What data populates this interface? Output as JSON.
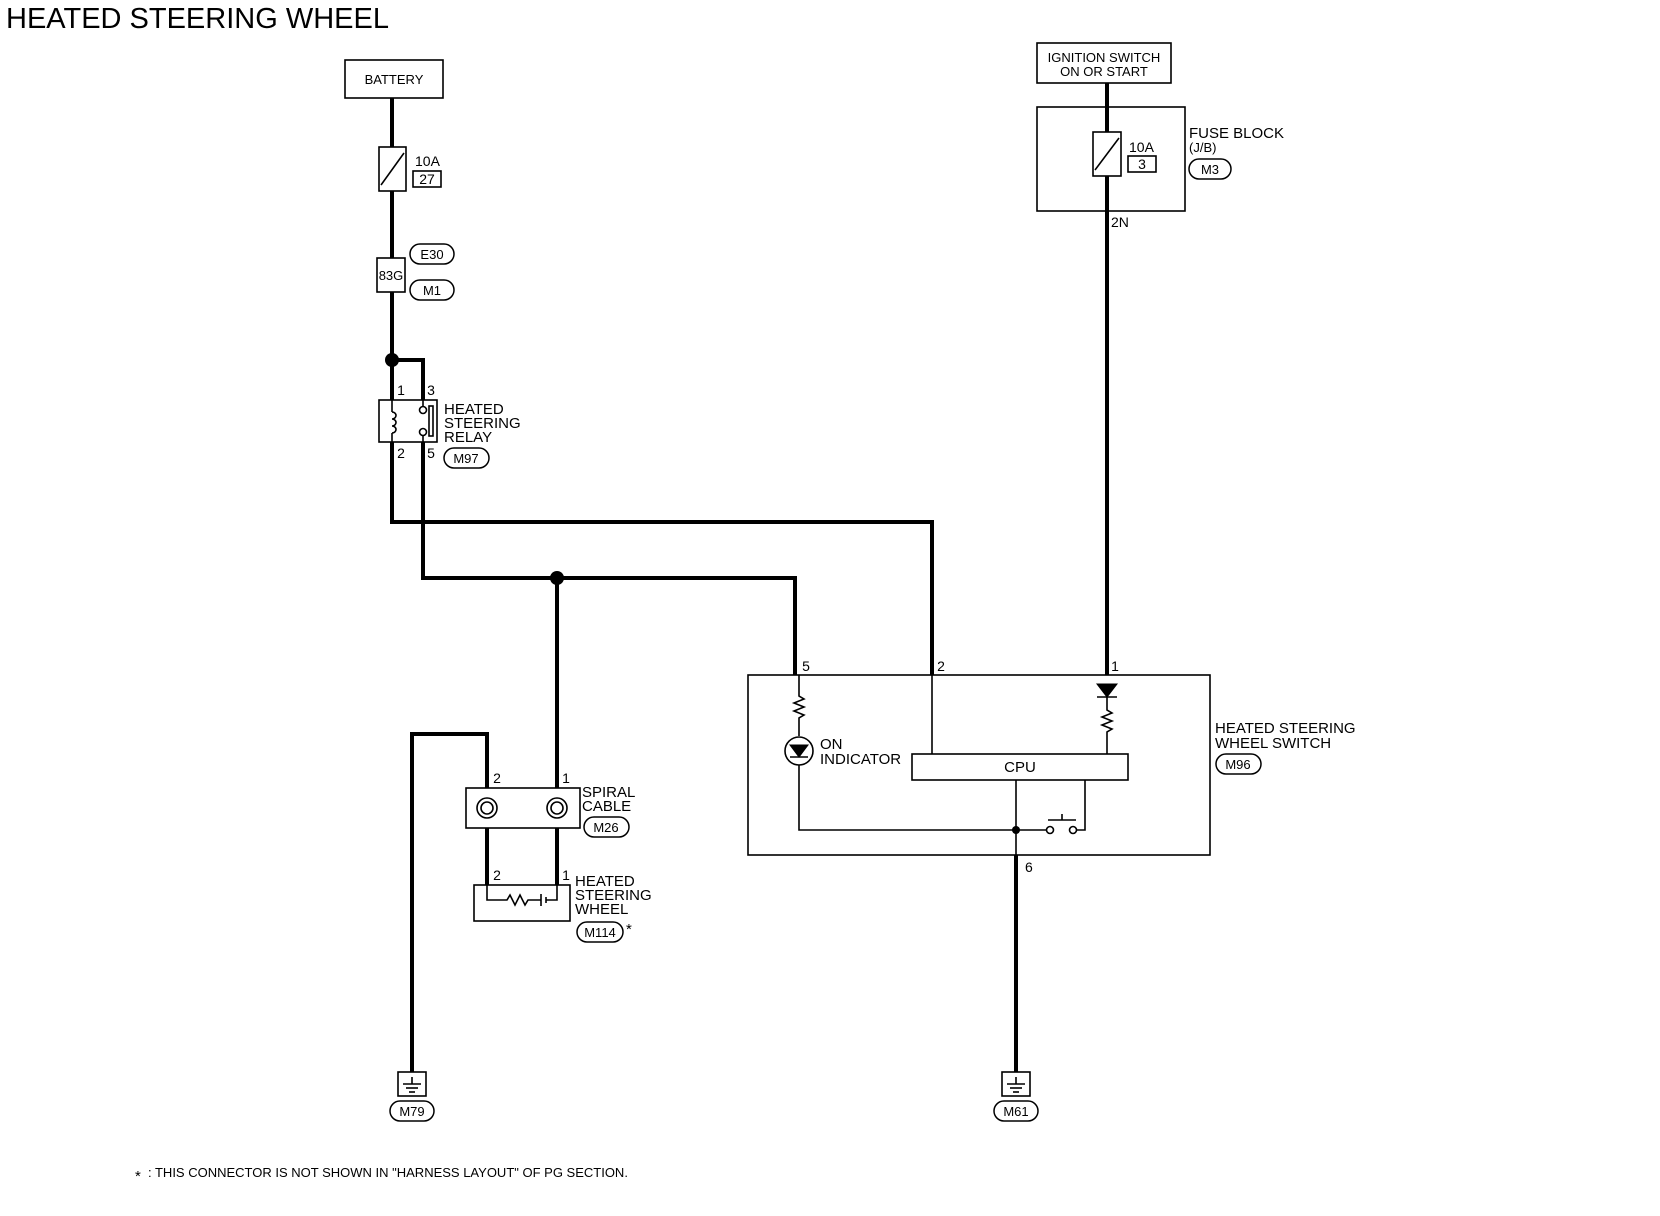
{
  "title": "HEATED STEERING WHEEL",
  "battery": {
    "label": "BATTERY",
    "fuse_rating": "10A",
    "fuse_number": "27"
  },
  "ignition_switch": {
    "line1": "IGNITION SWITCH",
    "line2": "ON OR START"
  },
  "fuse_block": {
    "line1": "FUSE BLOCK",
    "line2": "(J/B)",
    "connector": "M3",
    "fuse_rating": "10A",
    "fuse_number": "3",
    "terminal": "2N"
  },
  "joint_connector": {
    "terminal": "83G",
    "connector_top": "E30",
    "connector_bottom": "M1"
  },
  "relay": {
    "line1": "HEATED",
    "line2": "STEERING",
    "line3": "RELAY",
    "connector": "M97",
    "pins": {
      "p1": "1",
      "p2": "2",
      "p3": "3",
      "p5": "5"
    }
  },
  "switch_unit": {
    "line1": "HEATED STEERING",
    "line2": "WHEEL SWITCH",
    "connector": "M96",
    "cpu_label": "CPU",
    "indicator_line1": "ON",
    "indicator_line2": "INDICATOR",
    "pins": {
      "p1": "1",
      "p2": "2",
      "p5": "5",
      "p6": "6"
    }
  },
  "spiral_cable": {
    "line1": "SPIRAL",
    "line2": "CABLE",
    "connector": "M26",
    "pins": {
      "p1": "1",
      "p2": "2"
    }
  },
  "heated_wheel": {
    "line1": "HEATED",
    "line2": "STEERING",
    "line3": "WHEEL",
    "connector": "M114",
    "asterisk": "*",
    "pins": {
      "p1": "1",
      "p2": "2"
    }
  },
  "grounds": {
    "left": "M79",
    "right": "M61"
  },
  "footnote": {
    "marker": "*",
    "text": ": THIS CONNECTOR IS NOT SHOWN IN \"HARNESS LAYOUT\" OF PG SECTION."
  }
}
